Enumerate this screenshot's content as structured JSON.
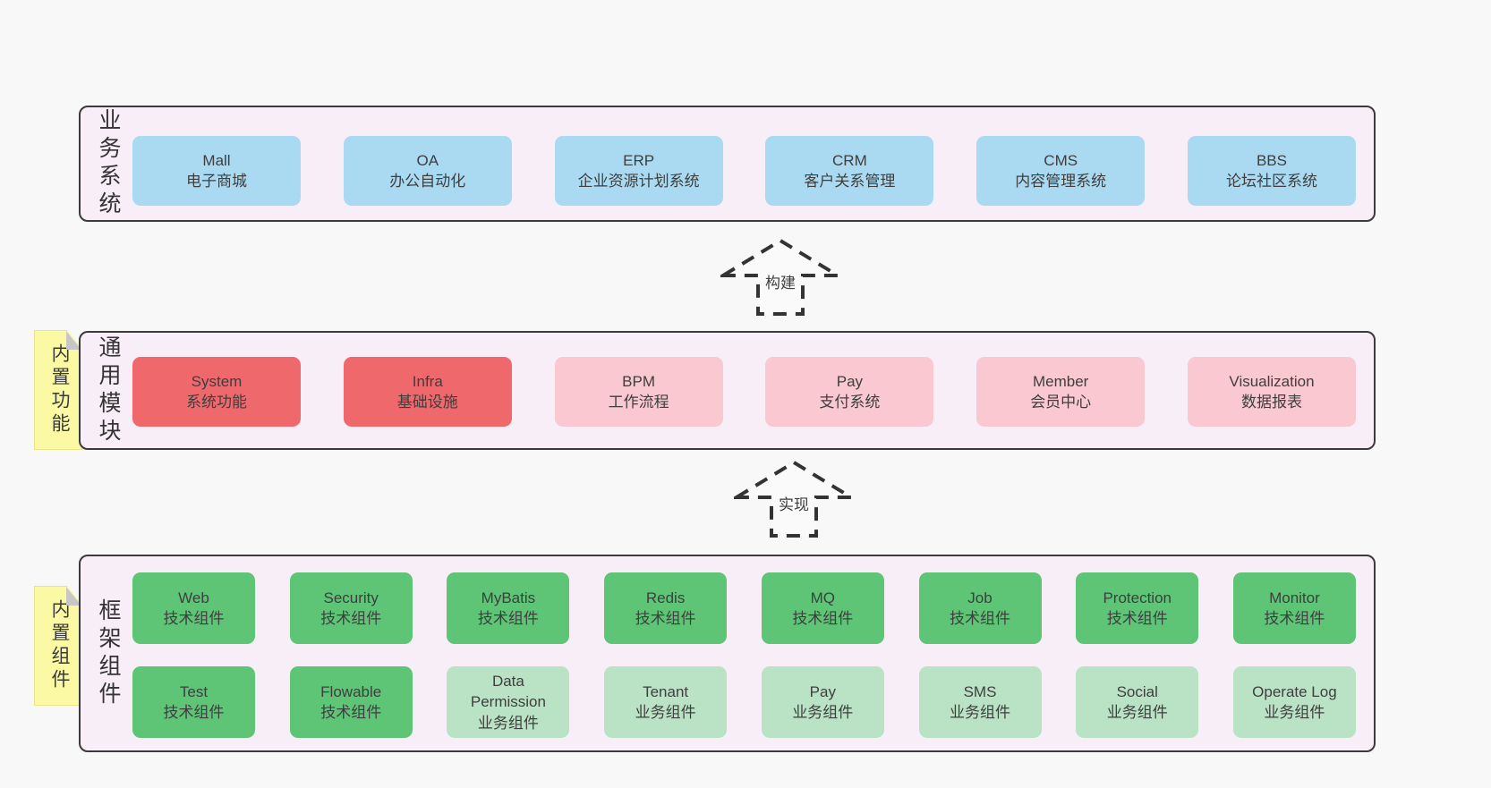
{
  "page": {
    "background": "#f8f8f8"
  },
  "colors": {
    "section_bg": "#f8eef7",
    "section_border": "#3b3b3b",
    "blue_box": "#a9daf2",
    "red_box": "#ef696c",
    "pink_box": "#f9c8d1",
    "green_box": "#5ec576",
    "light_green_box": "#bae3c5",
    "yellow_tab": "#fbf9a3",
    "fold_gray": "#c7c7c7",
    "text": "#3e3e3e"
  },
  "arrows": [
    {
      "label": "构建"
    },
    {
      "label": "实现"
    }
  ],
  "sections": [
    {
      "label": "业务系统",
      "boxes": [
        {
          "name": "Mall",
          "desc": "电子商城"
        },
        {
          "name": "OA",
          "desc": "办公自动化"
        },
        {
          "name": "ERP",
          "desc": "企业资源计划系统"
        },
        {
          "name": "CRM",
          "desc": "客户关系管理"
        },
        {
          "name": "CMS",
          "desc": "内容管理系统"
        },
        {
          "name": "BBS",
          "desc": "论坛社区系统"
        }
      ]
    },
    {
      "label": "通用模块",
      "tab": "内置功能",
      "boxes": [
        {
          "name": "System",
          "desc": "系统功能"
        },
        {
          "name": "Infra",
          "desc": "基础设施"
        },
        {
          "name": "BPM",
          "desc": "工作流程"
        },
        {
          "name": "Pay",
          "desc": "支付系统"
        },
        {
          "name": "Member",
          "desc": "会员中心"
        },
        {
          "name": "Visualization",
          "desc": "数据报表"
        }
      ]
    },
    {
      "label": "框架组件",
      "tab": "内置组件",
      "rows": [
        [
          {
            "name": "Web",
            "desc": "技术组件"
          },
          {
            "name": "Security",
            "desc": "技术组件"
          },
          {
            "name": "MyBatis",
            "desc": "技术组件"
          },
          {
            "name": "Redis",
            "desc": "技术组件"
          },
          {
            "name": "MQ",
            "desc": "技术组件"
          },
          {
            "name": "Job",
            "desc": "技术组件"
          },
          {
            "name": "Protection",
            "desc": "技术组件"
          },
          {
            "name": "Monitor",
            "desc": "技术组件"
          }
        ],
        [
          {
            "name": "Test",
            "desc": "技术组件"
          },
          {
            "name": "Flowable",
            "desc": "技术组件"
          },
          {
            "name": "Data Permission",
            "desc": "业务组件"
          },
          {
            "name": "Tenant",
            "desc": "业务组件"
          },
          {
            "name": "Pay",
            "desc": "业务组件"
          },
          {
            "name": "SMS",
            "desc": "业务组件"
          },
          {
            "name": "Social",
            "desc": "业务组件"
          },
          {
            "name": "Operate Log",
            "desc": "业务组件"
          }
        ]
      ]
    }
  ]
}
